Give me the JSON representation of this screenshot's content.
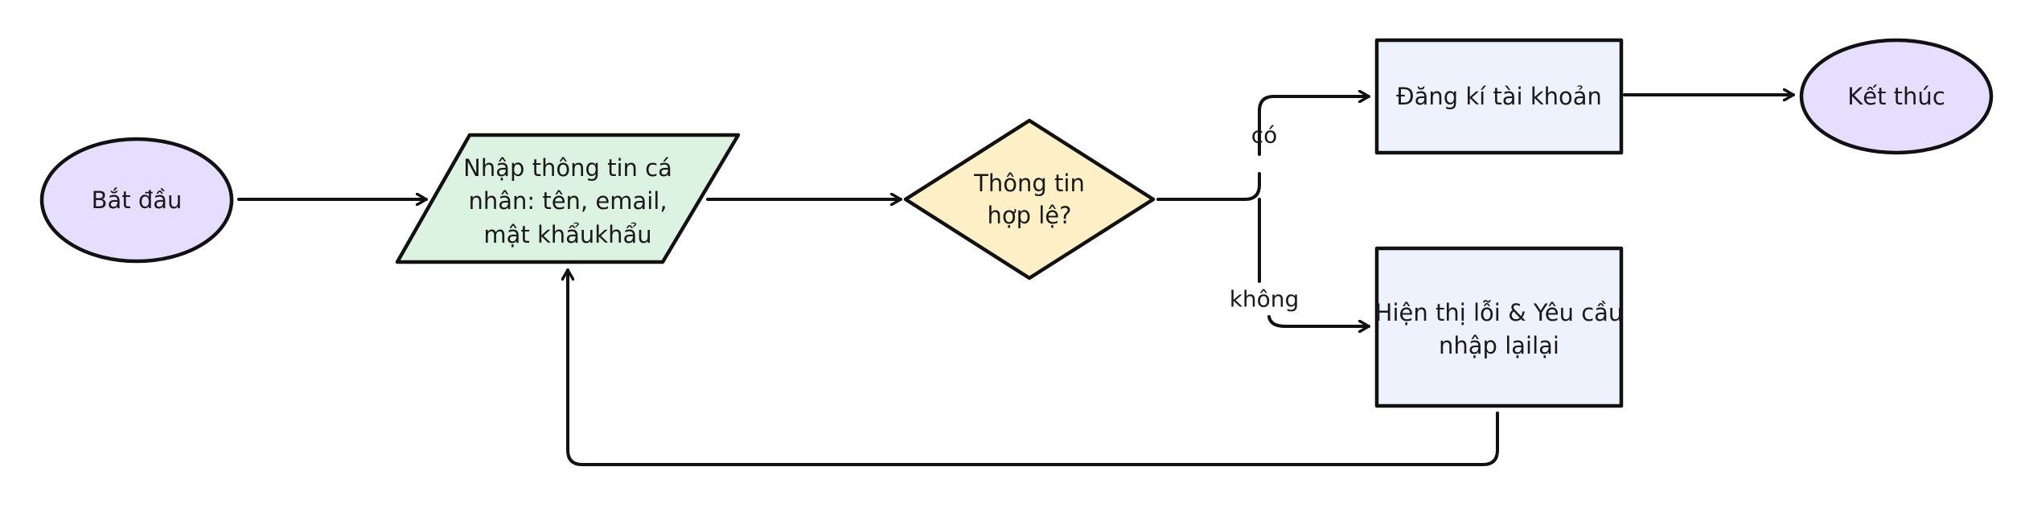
{
  "colors": {
    "terminal": "#e5deff",
    "input": "#ddf3e2",
    "decision": "#fdf0c6",
    "process": "#eef2fd",
    "stroke": "#111111"
  },
  "nodes": {
    "start": {
      "label": "Bắt đầu",
      "shape": "ellipse"
    },
    "input": {
      "lines": [
        "Nhập thông tin cá",
        "nhân: tên, email,",
        "mật khẩukhẩu"
      ],
      "shape": "parallelogram"
    },
    "decision": {
      "lines": [
        "Thông tin",
        "hợp lệ?"
      ],
      "shape": "diamond"
    },
    "register": {
      "label": "Đăng kí tài khoản",
      "shape": "rectangle"
    },
    "end": {
      "label": "Kết thúc",
      "shape": "ellipse"
    },
    "error": {
      "lines": [
        "Hiện thị lỗi & Yêu cầu",
        "nhập lạilại"
      ],
      "shape": "rectangle"
    }
  },
  "edges": {
    "yes_label": "có",
    "no_label": "không"
  }
}
